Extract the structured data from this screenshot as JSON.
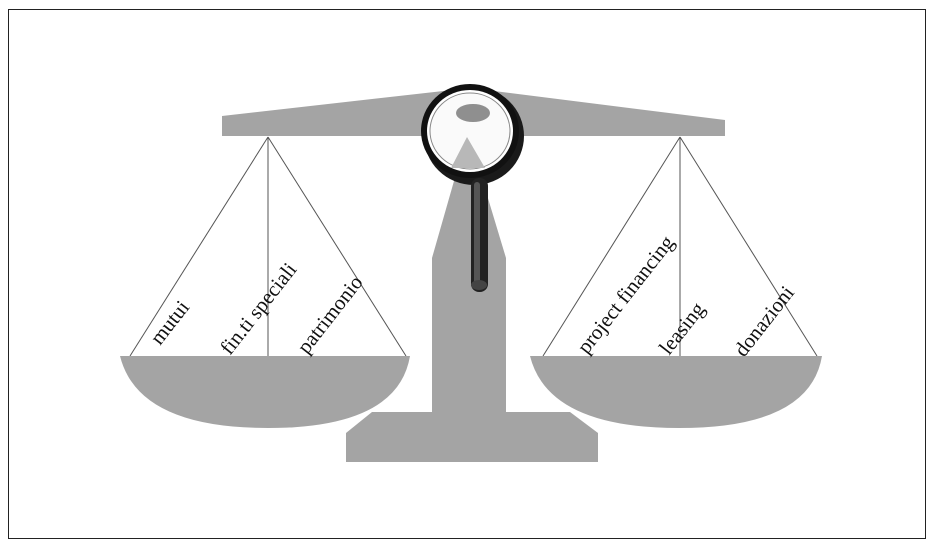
{
  "diagram": {
    "left_pan_labels": [
      "mutui",
      "fin.ti speciali",
      "patrimonio"
    ],
    "right_pan_labels": [
      "project financing",
      "leasing",
      "donazioni"
    ]
  },
  "colors": {
    "scale_gray": "#a4a4a4",
    "lens_gray": "#8f8f8f",
    "rim_black": "#111111",
    "string_gray": "#555555",
    "frame": "#222222"
  },
  "icons": {
    "balance_scale": "balance-scale-icon",
    "magnifier": "magnifying-glass-icon"
  }
}
